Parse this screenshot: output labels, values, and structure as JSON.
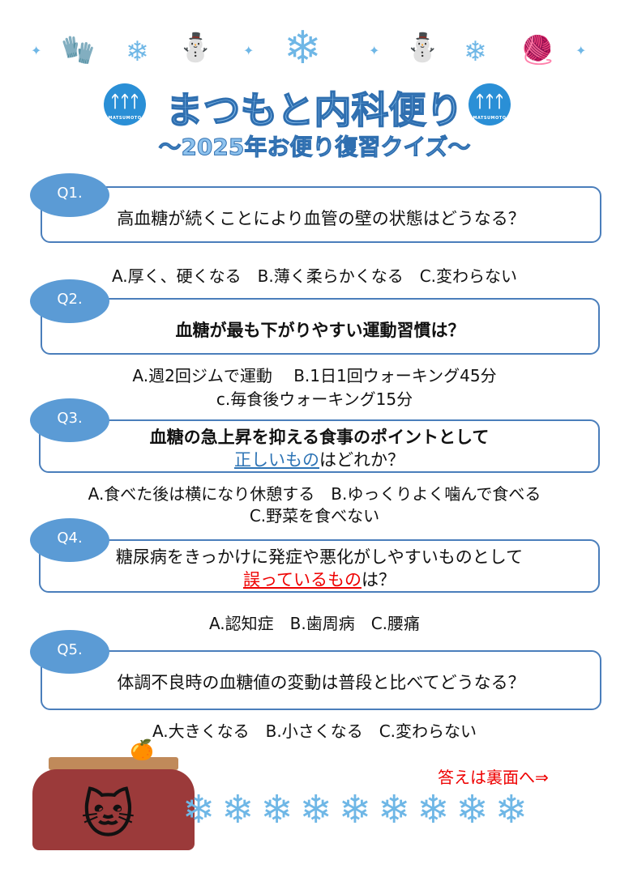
{
  "header": {
    "title": "まつもと内科便り",
    "subtitle": "～2025年お便り復習クイズ～",
    "logo_text": "MATSUMOTO"
  },
  "questions": [
    {
      "label": "Q1.",
      "text_pre": "高血糖が続くことにより血管の壁の状態はどうなる？",
      "answers": [
        "A.厚く、硬くなる　B.薄く柔らかくなる　C.変わらない"
      ]
    },
    {
      "label": "Q2.",
      "text_pre": "血糖が最も下がりやすい運動習慣は？",
      "answers": [
        "A.週2回ジムで運動　 B.1日1回ウォーキング45分",
        "c.毎食後ウォーキング15分"
      ]
    },
    {
      "label": "Q3.",
      "text_pre": "血糖の急上昇を抑える食事のポイントとして",
      "highlight": "正しいもの",
      "text_post": "はどれか？",
      "answers": [
        "A.食べた後は横になり休憩する　B.ゆっくりよく噛んで食べる",
        "C.野菜を食べない"
      ]
    },
    {
      "label": "Q4.",
      "text_pre": "糖尿病をきっかけに発症や悪化がしやすいものとして",
      "highlight": "誤っているもの",
      "text_post": "は？",
      "answers": [
        "A.認知症　B.歯周病　C.腰痛"
      ]
    },
    {
      "label": "Q5.",
      "text_pre": "体調不良時の血糖値の変動は普段と比べてどうなる？",
      "answers": [
        "A.大きくなる　B.小さくなる　C.変わらない"
      ]
    }
  ],
  "footer": {
    "next_page": "答えは裏面へ⇒"
  },
  "colors": {
    "bubble": "#5b9bd5",
    "box_border": "#4a7ebb",
    "correct": "#2e74b5",
    "wrong": "#e00000"
  }
}
